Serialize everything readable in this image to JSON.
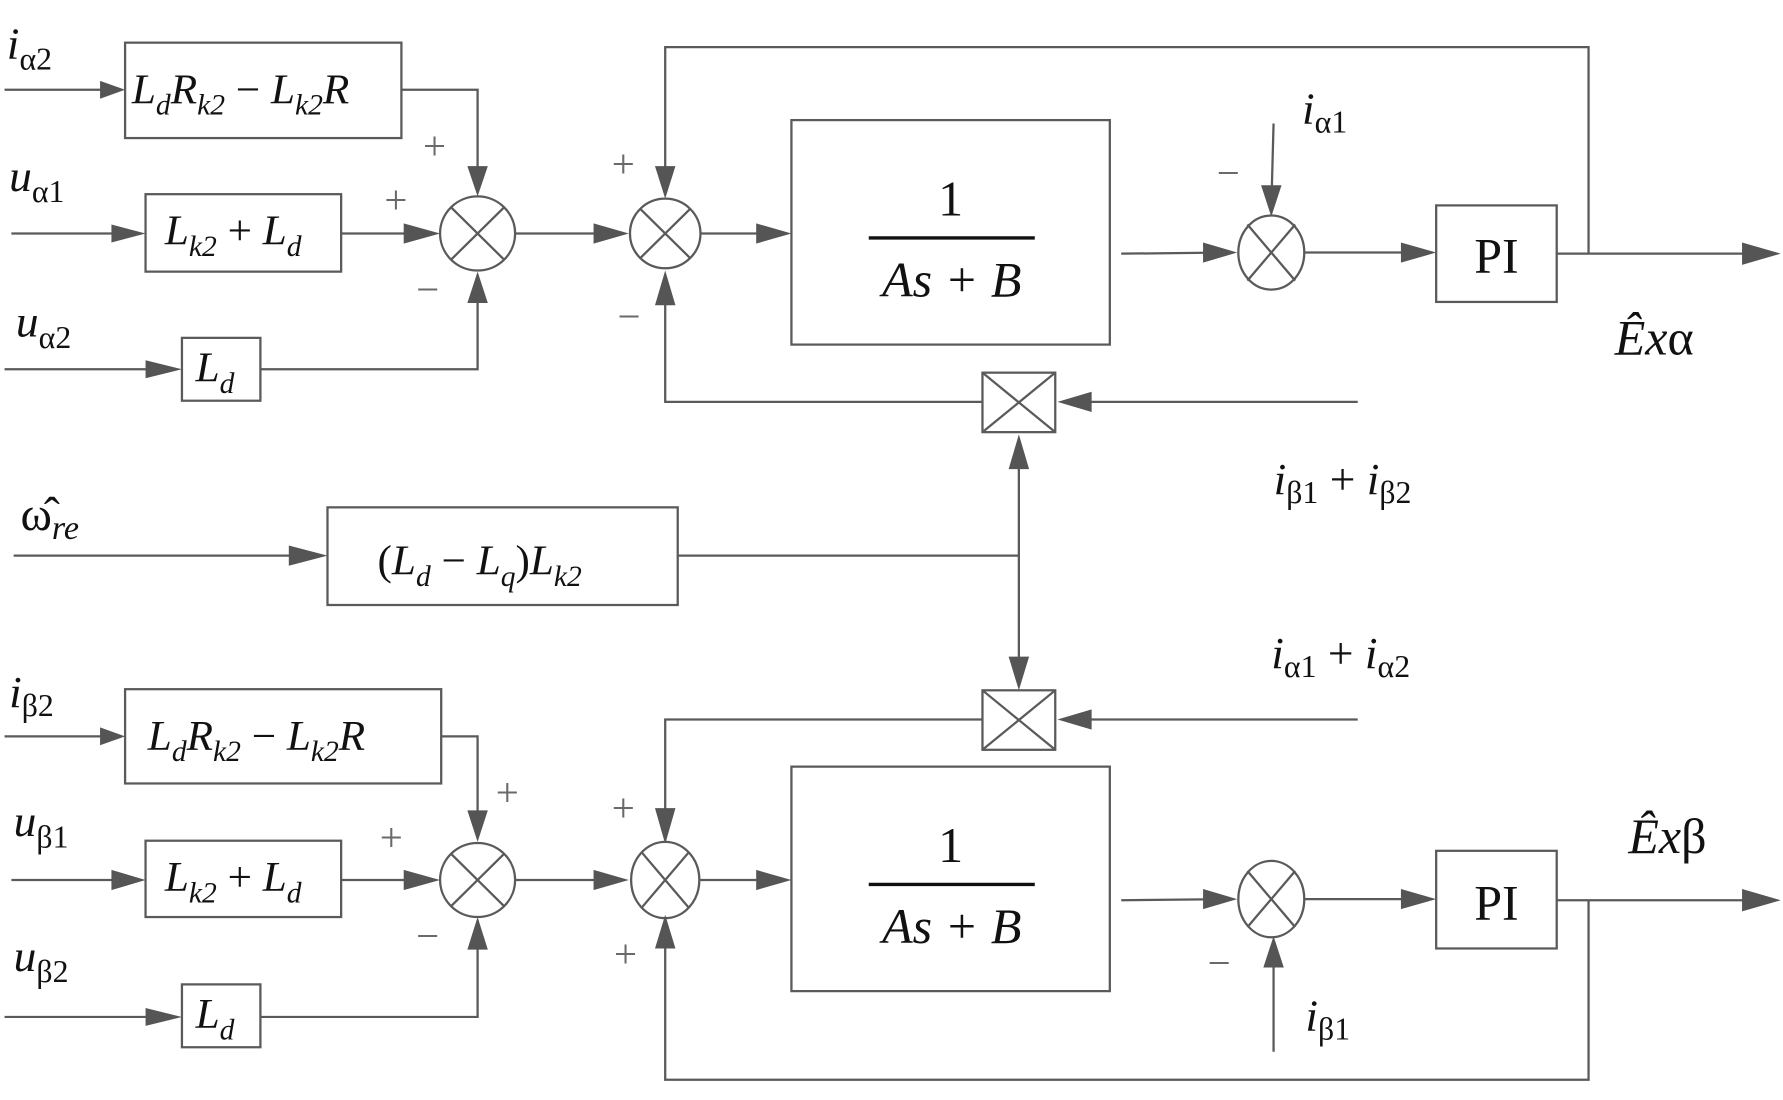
{
  "title": "Extended back-EMF observer block diagram (alpha-beta axes)",
  "colors": {
    "line": "#5a5a5a",
    "arrow": "#555555",
    "text": "#111111",
    "background": "#ffffff"
  },
  "alpha_channel": {
    "inputs": {
      "i_alpha2": {
        "base": "i",
        "sub": "α2"
      },
      "u_alpha1": {
        "base": "u",
        "sub": "α1"
      },
      "u_alpha2": {
        "base": "u",
        "sub": "α2"
      }
    },
    "blocks": {
      "gain_i": {
        "label": "LdRk2 − Lk2R",
        "parts": [
          "L",
          "d",
          "R",
          "k2",
          " − ",
          "L",
          "k2",
          "R"
        ]
      },
      "gain_u1": {
        "label": "Lk2 + Ld",
        "parts": [
          "L",
          "k2",
          " + ",
          "L",
          "d"
        ]
      },
      "gain_u2": {
        "label": "Ld",
        "parts": [
          "L",
          "d"
        ]
      },
      "plant": {
        "numerator": "1",
        "denominator": "As + B"
      },
      "controller": {
        "label": "PI"
      }
    },
    "sum1_signs": [
      "+",
      "+",
      "−"
    ],
    "sum2_signs": [
      "+",
      "−"
    ],
    "sum3_signs": [
      "−"
    ],
    "feedback_input": {
      "base": "i",
      "sub": "α1"
    },
    "cross_coupling_input": {
      "label": "iβ1 + iβ2",
      "terms": [
        {
          "base": "i",
          "sub": "β1"
        },
        {
          "base": "i",
          "sub": "β2"
        }
      ]
    },
    "output": {
      "base": "Ê",
      "rest": "x",
      "greek": "α"
    }
  },
  "beta_channel": {
    "inputs": {
      "i_beta2": {
        "base": "i",
        "sub": "β2"
      },
      "u_beta1": {
        "base": "u",
        "sub": "β1"
      },
      "u_beta2": {
        "base": "u",
        "sub": "β2"
      }
    },
    "blocks": {
      "gain_i": {
        "label": "LdRk2 − Lk2R",
        "parts": [
          "L",
          "d",
          "R",
          "k2",
          " − ",
          "L",
          "k2",
          "R"
        ]
      },
      "gain_u1": {
        "label": "Lk2 + Ld",
        "parts": [
          "L",
          "k2",
          " + ",
          "L",
          "d"
        ]
      },
      "gain_u2": {
        "label": "Ld",
        "parts": [
          "L",
          "d"
        ]
      },
      "plant": {
        "numerator": "1",
        "denominator": "As + B"
      },
      "controller": {
        "label": "PI"
      }
    },
    "sum1_signs": [
      "+",
      "+",
      "−"
    ],
    "sum2_signs": [
      "+",
      "+"
    ],
    "sum3_signs": [
      "−"
    ],
    "feedback_input": {
      "base": "i",
      "sub": "β1"
    },
    "cross_coupling_input": {
      "label": "iα1 + iα2",
      "terms": [
        {
          "base": "i",
          "sub": "α1"
        },
        {
          "base": "i",
          "sub": "α2"
        }
      ]
    },
    "output": {
      "base": "Ê",
      "rest": "x",
      "greek": "β"
    }
  },
  "speed": {
    "input": {
      "base": "ω̂",
      "sub": "re"
    },
    "block": {
      "label": "(Ld − Lq)Lk2",
      "open": "(",
      "L1": "L",
      "s1": "d",
      "minus": " − ",
      "L2": "L",
      "s2": "q",
      "close": ")",
      "L3": "L",
      "s3": "k2"
    }
  },
  "plus_sign": "+",
  "minus_sign": "−",
  "plus_sep": " + "
}
